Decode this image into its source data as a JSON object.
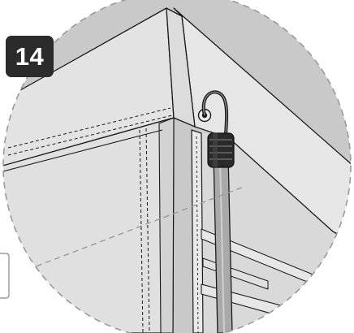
{
  "step": {
    "number": "14"
  },
  "colors": {
    "canvas": "#c9c9c9",
    "fabric": "#e3e3e3",
    "fabric_shadow": "#d7d7d7",
    "line": "#1a1a1a",
    "guide": "#9a9a9a",
    "badge": "#2b2b2b",
    "badge_text": "#ffffff"
  },
  "parts": [
    "canopy-panel",
    "side-wall",
    "eyelet",
    "bungee-hook",
    "cord-stopper",
    "pole"
  ]
}
